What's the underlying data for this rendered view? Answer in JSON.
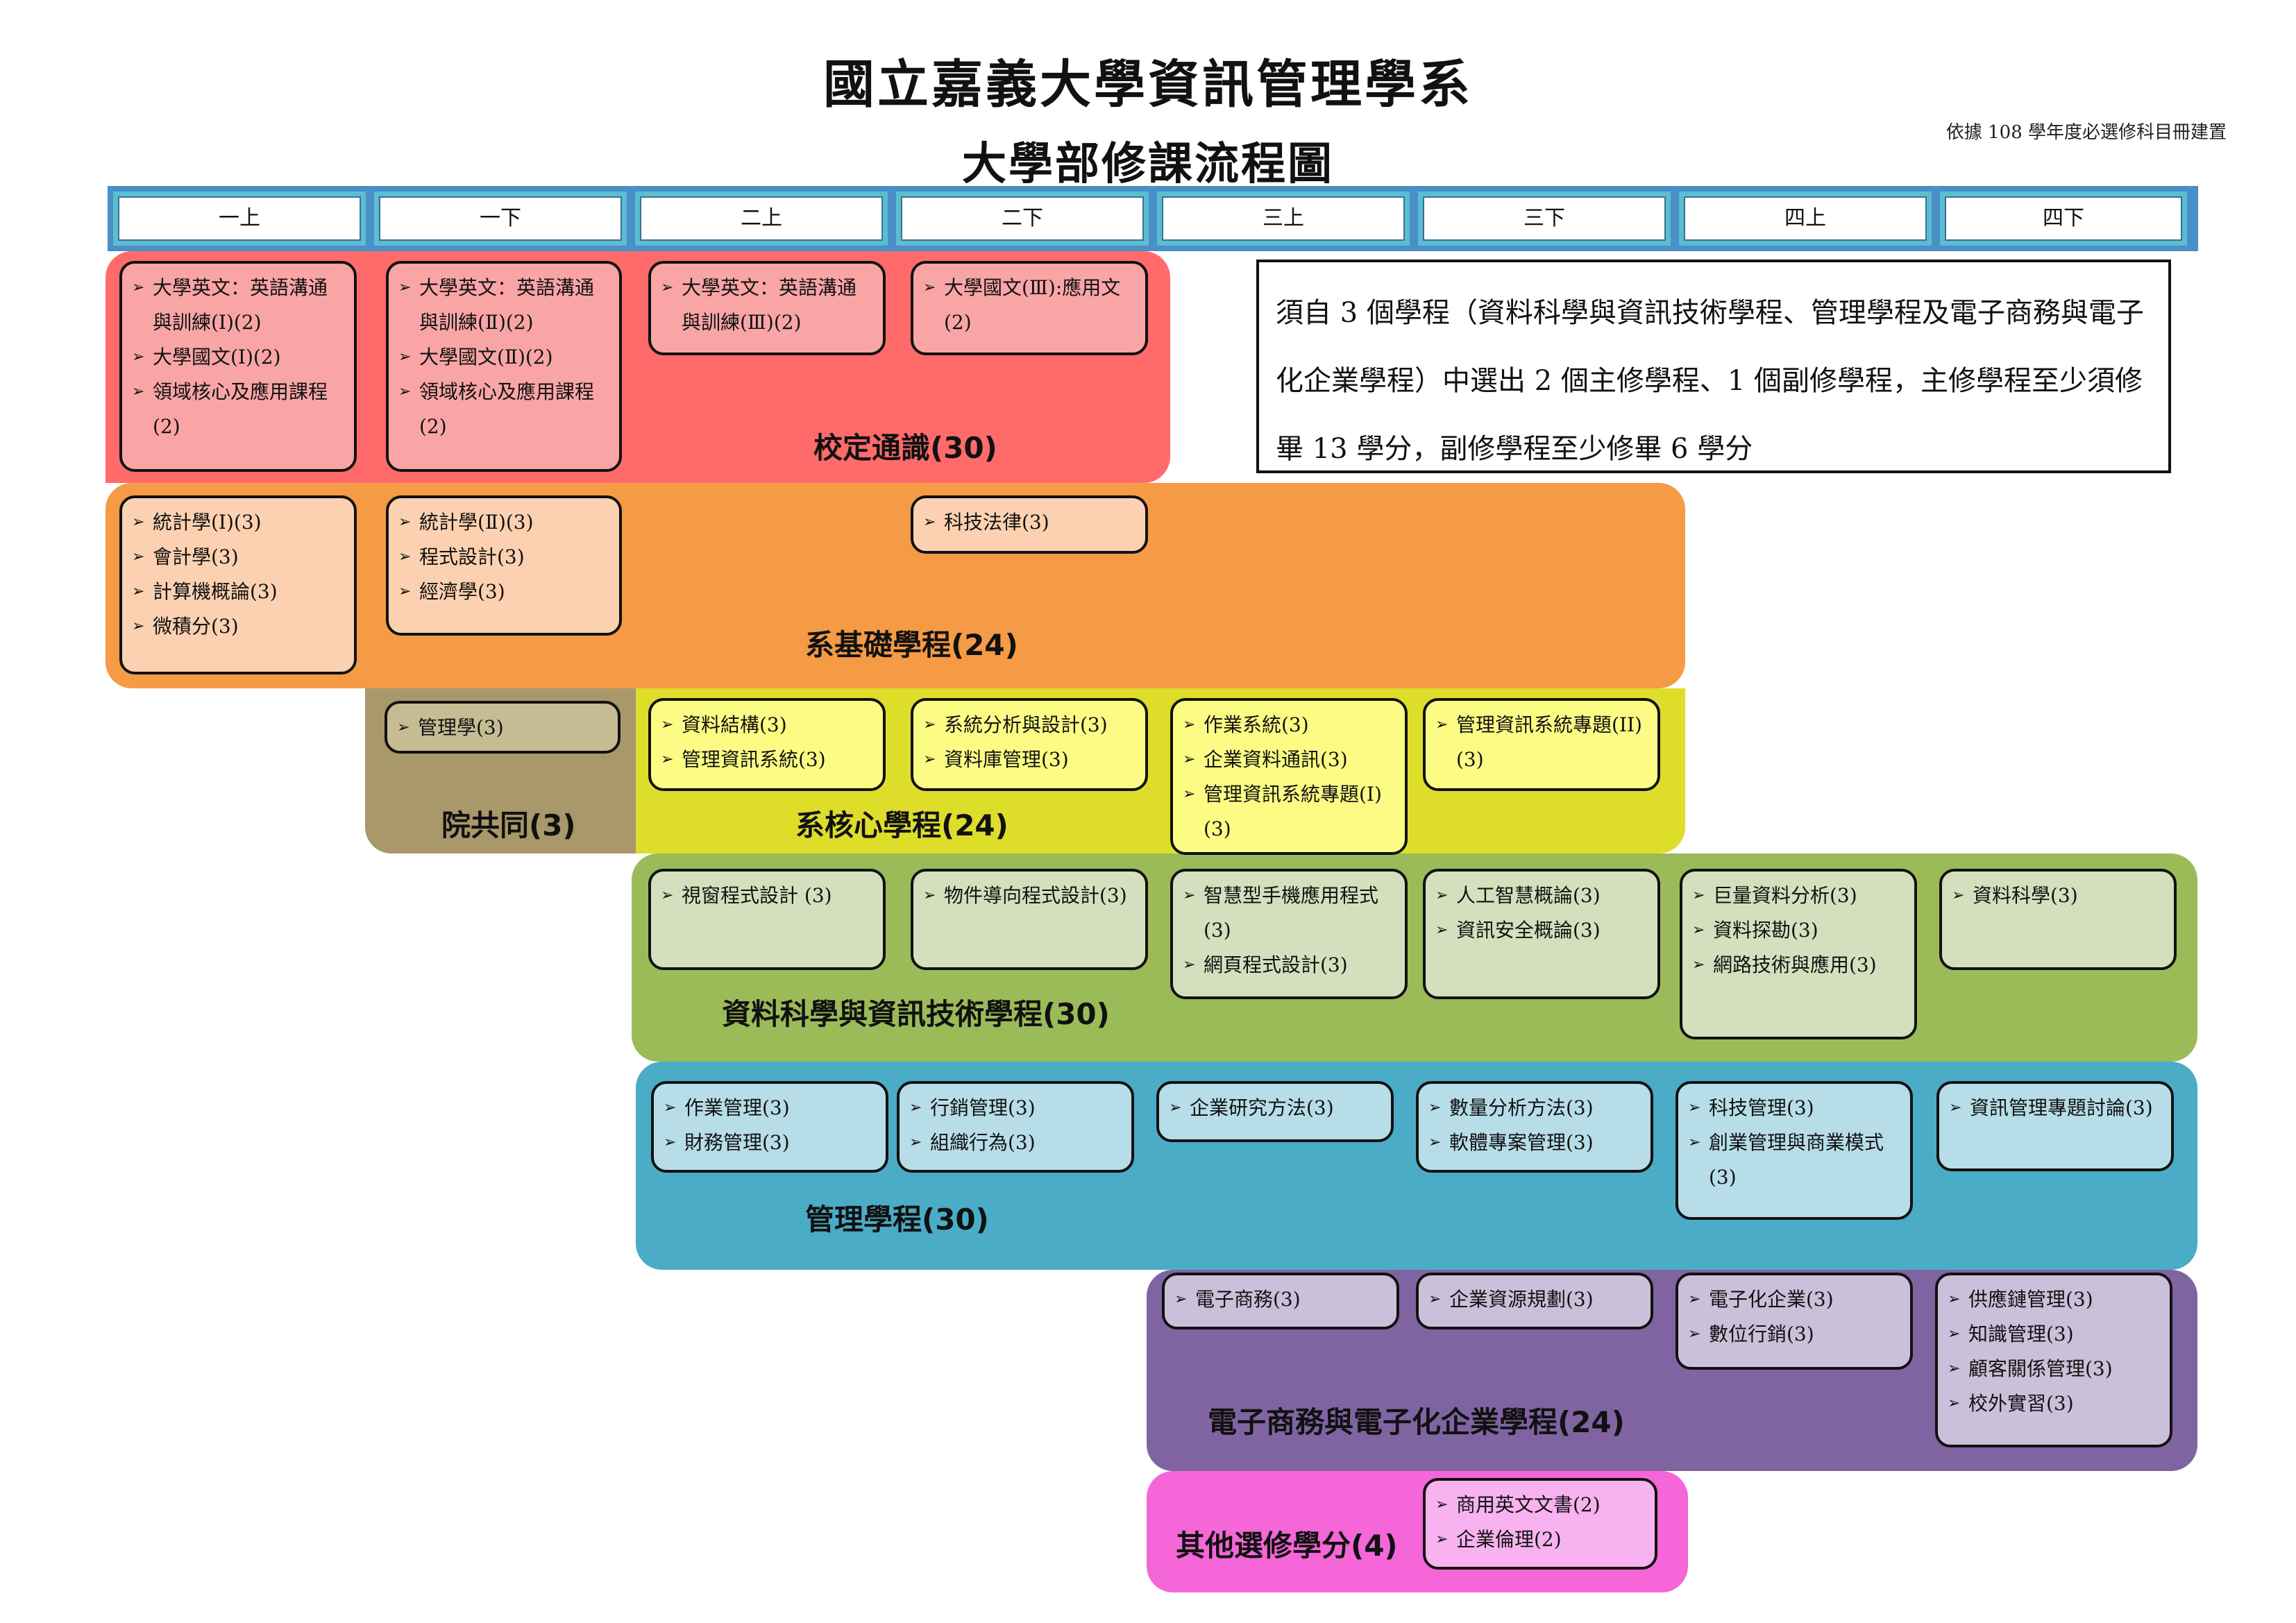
{
  "title": "國立嘉義大學資訊管理學系",
  "subtitle": "大學部修課流程圖",
  "note": "依據 108 學年度必選修科目冊建置",
  "semesters": [
    "一上",
    "一下",
    "二上",
    "二下",
    "三上",
    "三下",
    "四上",
    "四下"
  ],
  "requirement_note": "須自 3 個學程（資料科學與資訊技術學程、管理學程及電子商務與電子化企業學程）中選出 2 個主修學程、1 個副修學程，主修學程至少須修畢 13 學分，副修學程至少修畢 6 學分",
  "colors": {
    "general": "#ff6b6b",
    "general_box": "#f9a5a5",
    "basic": "#f59a45",
    "basic_box": "#fbd1b1",
    "college": "#a8986a",
    "college_box": "#c6bc94",
    "core": "#dedd2a",
    "core_box": "#fcfc85",
    "ds": "#9bbb59",
    "ds_box": "#d4e0bd",
    "mgmt": "#4aacc6",
    "mgmt_box": "#b7dde8",
    "ec": "#8064a2",
    "ec_box": "#cbc0d9",
    "other": "#f566d8",
    "other_box": "#f7b2ef",
    "semester_bar": "#4a8fc6",
    "semester_cell": "#5bbdd0"
  },
  "bands": {
    "general": "校定通識(30)",
    "basic": "系基礎學程(24)",
    "college": "院共同(3)",
    "core": "系核心學程(24)",
    "ds": "資料科學與資訊技術學程(30)",
    "mgmt": "管理學程(30)",
    "ec": "電子商務與電子化企業學程(24)",
    "other": "其他選修學分(4)"
  },
  "courses": {
    "general_1a": [
      "大學英文：英語溝通與訓練(Ⅰ)(2)",
      "大學國文(Ⅰ)(2)",
      "領域核心及應用課程(2)"
    ],
    "general_1b": [
      "大學英文：英語溝通與訓練(Ⅱ)(2)",
      "大學國文(Ⅱ)(2)",
      "領域核心及應用課程(2)"
    ],
    "general_2a": [
      "大學英文：英語溝通與訓練(Ⅲ)(2)"
    ],
    "general_2b": [
      "大學國文(Ⅲ):應用文(2)"
    ],
    "basic_1a": [
      "統計學(Ⅰ)(3)",
      "會計學(3)",
      "計算機概論(3)",
      "微積分(3)"
    ],
    "basic_1b": [
      "統計學(Ⅱ)(3)",
      "程式設計(3)",
      "經濟學(3)"
    ],
    "basic_2b": [
      "科技法律(3)"
    ],
    "college_1b": [
      "管理學(3)"
    ],
    "core_2a": [
      "資料結構(3)",
      "管理資訊系統(3)"
    ],
    "core_2b": [
      "系統分析與設計(3)",
      "資料庫管理(3)"
    ],
    "core_3a": [
      "作業系統(3)",
      "企業資料通訊(3)",
      "管理資訊系統專題(I)(3)"
    ],
    "core_3b": [
      "管理資訊系統專題(II)(3)"
    ],
    "ds_2a": [
      "視窗程式設計 (3)"
    ],
    "ds_2b": [
      "物件導向程式設計(3)"
    ],
    "ds_3a": [
      "智慧型手機應用程式(3)",
      "網頁程式設計(3)"
    ],
    "ds_3b": [
      "人工智慧概論(3)",
      "資訊安全概論(3)"
    ],
    "ds_4a": [
      "巨量資料分析(3)",
      "資料探勘(3)",
      "網路技術與應用(3)"
    ],
    "ds_4b": [
      "資料科學(3)"
    ],
    "mgmt_2a": [
      "作業管理(3)",
      "財務管理(3)"
    ],
    "mgmt_2b": [
      "行銷管理(3)",
      "組織行為(3)"
    ],
    "mgmt_3a": [
      "企業研究方法(3)"
    ],
    "mgmt_3b": [
      "數量分析方法(3)",
      "軟體專案管理(3)"
    ],
    "mgmt_4a": [
      "科技管理(3)",
      "創業管理與商業模式(3)"
    ],
    "mgmt_4b": [
      "資訊管理專題討論(3)"
    ],
    "ec_3a": [
      "電子商務(3)"
    ],
    "ec_3b": [
      "企業資源規劃(3)"
    ],
    "ec_4a": [
      "電子化企業(3)",
      "數位行銷(3)"
    ],
    "ec_4b": [
      "供應鏈管理(3)",
      "知識管理(3)",
      "顧客關係管理(3)",
      "校外實習(3)"
    ],
    "other_3b": [
      "商用英文文書(2)",
      "企業倫理(2)"
    ]
  },
  "icons": {
    "bullet": "arrow-bullet-icon"
  }
}
